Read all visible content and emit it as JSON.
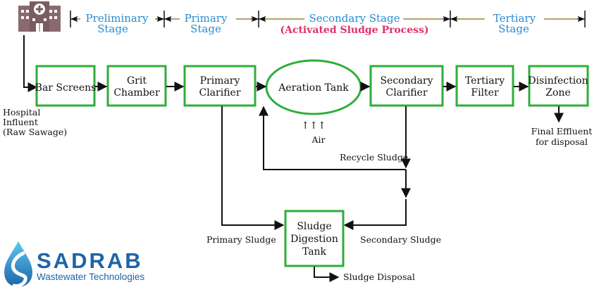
{
  "stages": [
    {
      "line1": "Preliminary",
      "line2": "Stage"
    },
    {
      "line1": "Primary",
      "line2": "Stage"
    },
    {
      "line1": "Secondary Stage",
      "line2": "(Activated Sludge Process)"
    },
    {
      "line1": "Tertiary",
      "line2": "Stage"
    }
  ],
  "process": [
    {
      "line1": "Bar Screens",
      "line2": ""
    },
    {
      "line1": "Grit",
      "line2": "Chamber"
    },
    {
      "line1": "Primary",
      "line2": "Clarifier"
    },
    {
      "line1": "Aeration Tank",
      "line2": ""
    },
    {
      "line1": "Secondary",
      "line2": "Clarifier"
    },
    {
      "line1": "Tertiary",
      "line2": "Filter"
    },
    {
      "line1": "Disinfection",
      "line2": "Zone"
    }
  ],
  "digestion": {
    "line1": "Sludge",
    "line2": "Digestion",
    "line3": "Tank"
  },
  "labels": {
    "influent_1": "Hospital",
    "influent_2": "Influent",
    "influent_3": "(Raw Sawage)",
    "air_arrows": "↑↑↑",
    "air": "Air",
    "recycle": "Recycle Sludge",
    "primary_sludge": "Primary Sludge",
    "secondary_sludge": "Secondary Sludge",
    "sludge_disposal": "Sludge Disposal",
    "effluent_1": "Final Effluent",
    "effluent_2": "for disposal"
  },
  "brand": {
    "name": "SADRAB",
    "tagline": "Wastewater Technologies"
  },
  "colors": {
    "box_border": "#2eae3a",
    "stage_text": "#2b8ad0",
    "stage_highlight": "#e0306a",
    "stage_line": "#8a6a1e",
    "brand": "#1d64a8",
    "hospital": "#8a6a70"
  },
  "icons": [
    "hospital-icon",
    "water-drop-logo-icon"
  ]
}
